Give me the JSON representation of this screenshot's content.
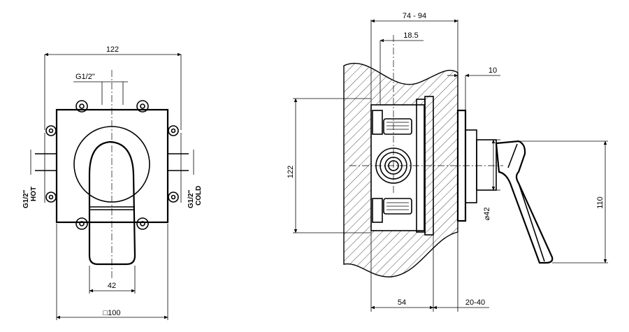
{
  "front_view": {
    "dim_overall_width": "122",
    "dim_inlet": "G1/2\"",
    "dim_handle_width": "42",
    "dim_plate": "□100",
    "hot_size": "G1/2\"",
    "hot_label": "HOT",
    "cold_size": "G1/2\"",
    "cold_label": "COLD"
  },
  "side_view": {
    "dim_depth_range": "74 - 94",
    "dim_offset": "18.5",
    "dim_plate": "10",
    "dim_height": "122",
    "dim_diameter": "⌀42",
    "dim_lever_height": "110",
    "dim_body": "54",
    "dim_wall_range": "20-40"
  }
}
